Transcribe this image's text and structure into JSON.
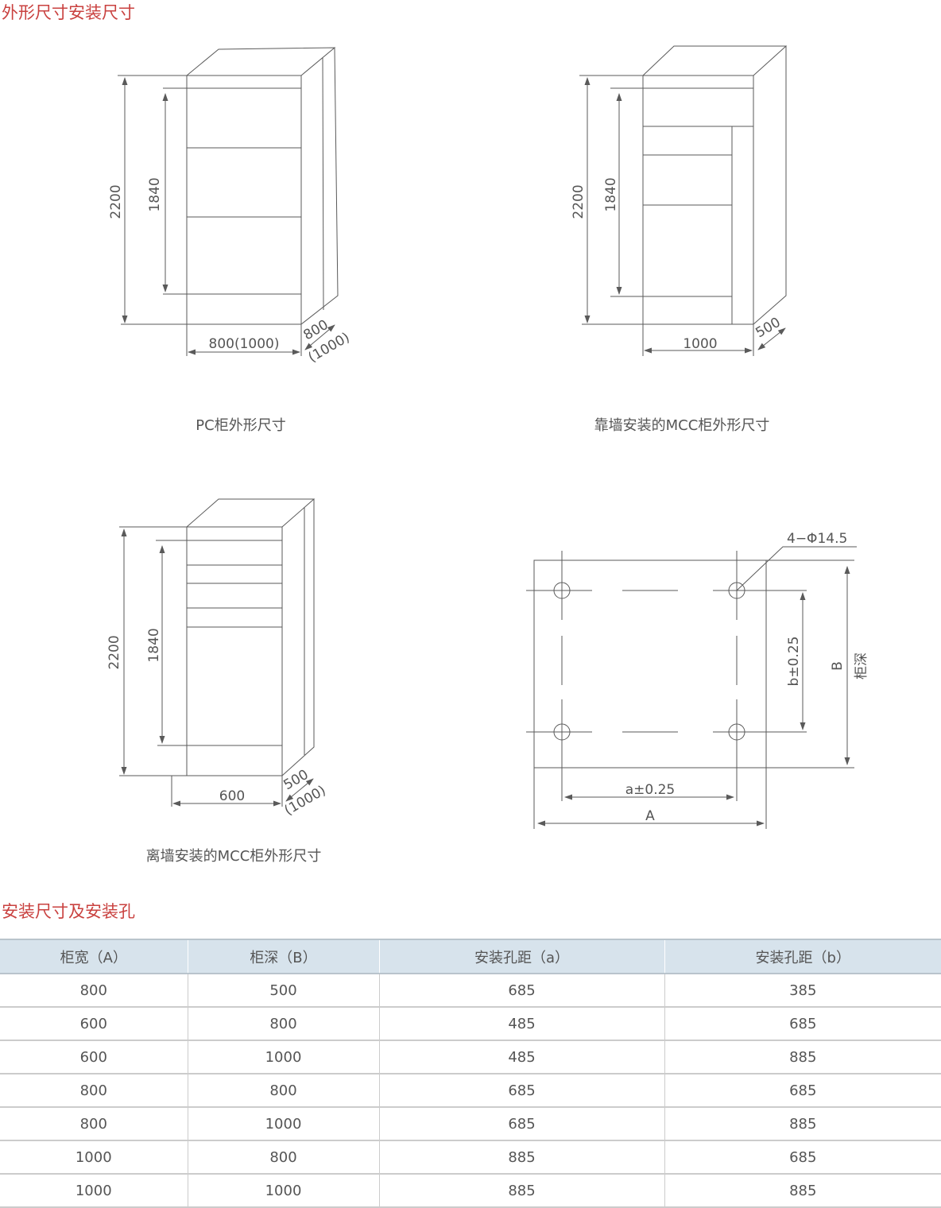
{
  "section1_title": "外形尺寸安装尺寸",
  "section2_title": "安装尺寸及安装孔",
  "diagrams": {
    "pc": {
      "caption": "PC柜外形尺寸",
      "height": "2200",
      "inner_height": "1840",
      "width": "800(1000)",
      "depth": "800",
      "depth_alt": "(1000)"
    },
    "mcc_wall": {
      "caption": "靠墙安装的MCC柜外形尺寸",
      "height": "2200",
      "inner_height": "1840",
      "width": "1000",
      "depth": "500"
    },
    "mcc_off_wall": {
      "caption": "离墙安装的MCC柜外形尺寸",
      "height": "2200",
      "inner_height": "1840",
      "width": "600",
      "depth": "500",
      "depth_alt": "(1000)"
    },
    "holes": {
      "hole_spec": "4−Φ14.5",
      "b_dim": "b±0.25",
      "B_label": "B",
      "B_desc": "柜深",
      "a_dim": "a±0.25",
      "A_label": "A"
    }
  },
  "colors": {
    "title": "#c9413f",
    "header_bg": "#d7e3ec"
  },
  "table": {
    "headers": [
      "柜宽（A）",
      "柜深（B）",
      "安装孔距（a）",
      "安装孔距（b）"
    ],
    "rows": [
      [
        "800",
        "500",
        "685",
        "385"
      ],
      [
        "600",
        "800",
        "485",
        "685"
      ],
      [
        "600",
        "1000",
        "485",
        "885"
      ],
      [
        "800",
        "800",
        "685",
        "685"
      ],
      [
        "800",
        "1000",
        "685",
        "885"
      ],
      [
        "1000",
        "800",
        "885",
        "685"
      ],
      [
        "1000",
        "1000",
        "885",
        "885"
      ]
    ]
  }
}
